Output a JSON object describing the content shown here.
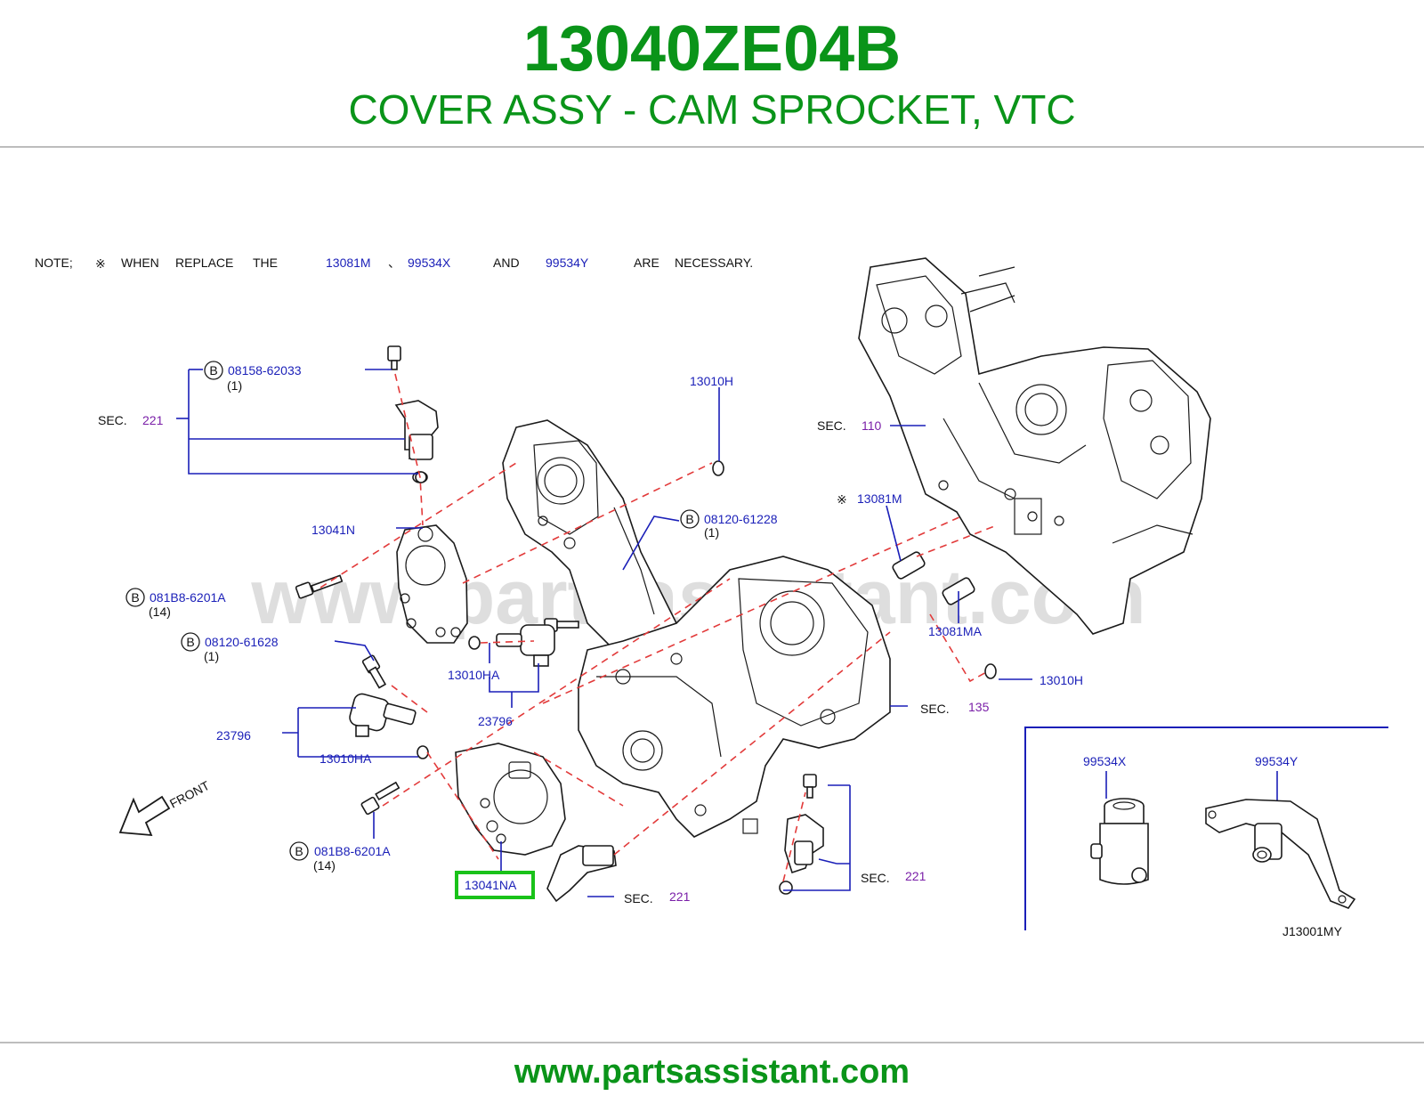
{
  "header": {
    "part_number": "13040ZE04B",
    "description": "COVER ASSY - CAM SPROCKET, VTC",
    "color": "#0a9419"
  },
  "note": {
    "prefix": "NOTE;",
    "symbol": "※",
    "text1": "WHEN",
    "text2": "REPLACE",
    "text3": "THE",
    "part1": "13081M",
    "sep": "、",
    "part2": "99534X",
    "conj": "AND",
    "part3": "99534Y",
    "tail1": "ARE",
    "tail2": "NECESSARY."
  },
  "callouts": {
    "bolt_b1": {
      "circle": "B",
      "part": "08158-62033",
      "qty": "(1)"
    },
    "sec221_top": {
      "sec": "SEC.",
      "num": "221"
    },
    "p13010H_top": "13010H",
    "sec110": {
      "sec": "SEC.",
      "num": "110"
    },
    "bolt_b2": {
      "circle": "B",
      "part": "08120-61228",
      "qty": "(1)"
    },
    "p13081M": {
      "mark": "※",
      "part": "13081M"
    },
    "p13041N": "13041N",
    "bolt_b3": {
      "circle": "B",
      "part": "081B8-6201A",
      "qty": "(14)"
    },
    "bolt_b4": {
      "circle": "B",
      "part": "08120-61628",
      "qty": "(1)"
    },
    "p13010HA_mid": "13010HA",
    "p13081MA": "13081MA",
    "p13010H_right": "13010H",
    "p23796_mid": "23796",
    "sec135": {
      "sec": "SEC.",
      "num": "135"
    },
    "p23796_left": "23796",
    "p13010HA_left": "13010HA",
    "front": "FRONT",
    "bolt_b5": {
      "circle": "B",
      "part": "081B8-6201A",
      "qty": "(14)"
    },
    "p13041NA": "13041NA",
    "sec221_bottom": {
      "sec": "SEC.",
      "num": "221"
    },
    "sec221_right": {
      "sec": "SEC.",
      "num": "221"
    }
  },
  "inset": {
    "part_x": "99534X",
    "part_y": "99534Y",
    "ref_code": "J13001MY"
  },
  "watermark": "www.partsassistant.com",
  "footer": {
    "url": "www.partsassistant.com"
  },
  "colors": {
    "brand_green": "#0a9419",
    "callout_blue": "#1a1fb8",
    "section_purple": "#7a1fa8",
    "leader_dash_red": "#e23a3a",
    "highlight_box": "#19c219"
  }
}
